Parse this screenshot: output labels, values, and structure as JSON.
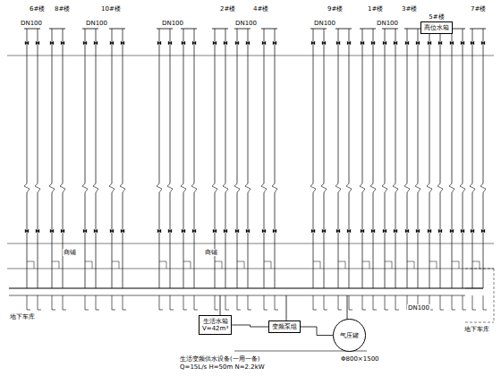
{
  "diagram": {
    "nodes": [
      {
        "text": [
          "5#楼",
          "高位水箱"
        ]
      },
      {
        "text": [
          "生活水箱",
          "V=42m³"
        ]
      },
      {
        "text": [
          "变频泵组"
        ]
      },
      {
        "text": [
          "气压罐"
        ]
      }
    ],
    "edges": [
      {
        "from": 1,
        "to": 2,
        "arrow": "none"
      },
      {
        "from": 2,
        "to": 3,
        "arrow": "none"
      }
    ],
    "labels": [
      "6#楼",
      "8#楼",
      "10#楼",
      "2#楼",
      "4#楼",
      "9#楼",
      "1#楼",
      "3#楼",
      "7#楼",
      "商铺",
      "商铺",
      "地下车库",
      "地下车库",
      "DN100",
      "DN100",
      "DN100",
      "DN100",
      "DN100",
      "DN100",
      "DN100",
      "生活变频供水设备(一用一备)",
      "Q=15L/s H=50m N=2.2kW",
      "Φ800×1500"
    ]
  }
}
